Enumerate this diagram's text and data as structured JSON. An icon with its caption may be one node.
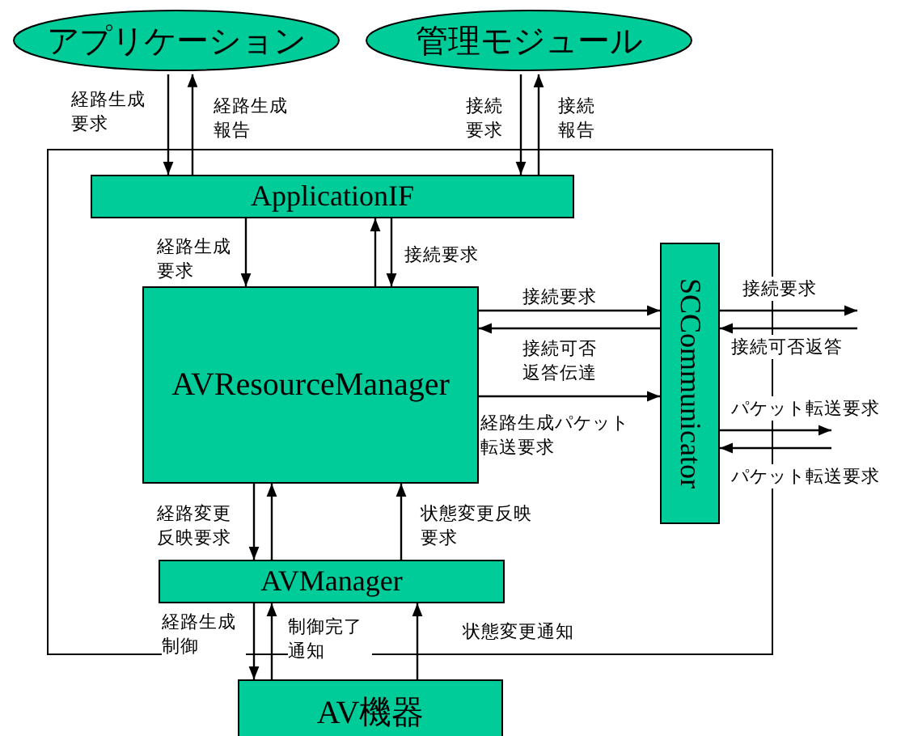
{
  "diagram": {
    "nodes": [
      {
        "text": [
          "アプリケーション"
        ]
      },
      {
        "text": [
          "管理モジュール"
        ]
      },
      {
        "text": [],
        "shape": "box"
      },
      {
        "text": [
          "ApplicationIF"
        ],
        "in": 2
      },
      {
        "text": [
          "AVResourceManager"
        ],
        "in": 2
      },
      {
        "text": [
          "SCCommunicator"
        ],
        "in": 2
      },
      {
        "text": [
          "AVManager"
        ],
        "in": 2
      },
      {
        "text": [
          "AV機器"
        ]
      }
    ],
    "edges": [
      {
        "from": 0,
        "to": 3,
        "arrow": "to",
        "label": "経路生成要求"
      },
      {
        "from": 3,
        "to": 0,
        "arrow": "to",
        "label": "経路生成報告"
      },
      {
        "from": 1,
        "to": 3,
        "arrow": "to",
        "label": "接続要求"
      },
      {
        "from": 3,
        "to": 1,
        "arrow": "to",
        "label": "接続報告"
      },
      {
        "from": 3,
        "to": 4,
        "arrow": "to",
        "label": "経路生成要求"
      },
      {
        "from": 4,
        "to": 3,
        "arrow": "to"
      },
      {
        "from": 3,
        "to": 4,
        "arrow": "to",
        "label": "接続要求"
      },
      {
        "from": 4,
        "to": 5,
        "arrow": "to",
        "label": "接続要求"
      },
      {
        "from": 5,
        "to": 4,
        "arrow": "to",
        "label": "接続可否返答伝達"
      },
      {
        "from": 4,
        "to": 5,
        "arrow": "to",
        "label": "経路生成パケット転送要求"
      },
      {
        "from": 5,
        "to": null,
        "arrow": "to",
        "label": "接続要求"
      },
      {
        "from": null,
        "to": 5,
        "arrow": "to",
        "label": "接続可否返答"
      },
      {
        "from": 5,
        "to": null,
        "arrow": "to",
        "label": "パケット転送要求"
      },
      {
        "from": null,
        "to": 5,
        "arrow": "to",
        "label": "パケット転送要求"
      },
      {
        "from": 4,
        "to": 6,
        "arrow": "to",
        "label": "経路変更反映要求"
      },
      {
        "from": 6,
        "to": 4,
        "arrow": "to"
      },
      {
        "from": 6,
        "to": 4,
        "arrow": "to",
        "label": "状態変更反映要求"
      },
      {
        "from": 6,
        "to": 7,
        "arrow": "to",
        "label": "経路生成制御"
      },
      {
        "from": 7,
        "to": 6,
        "arrow": "to",
        "label": "制御完了通知"
      },
      {
        "from": 7,
        "to": 6,
        "arrow": "to",
        "label": "状態変更通知"
      }
    ]
  }
}
